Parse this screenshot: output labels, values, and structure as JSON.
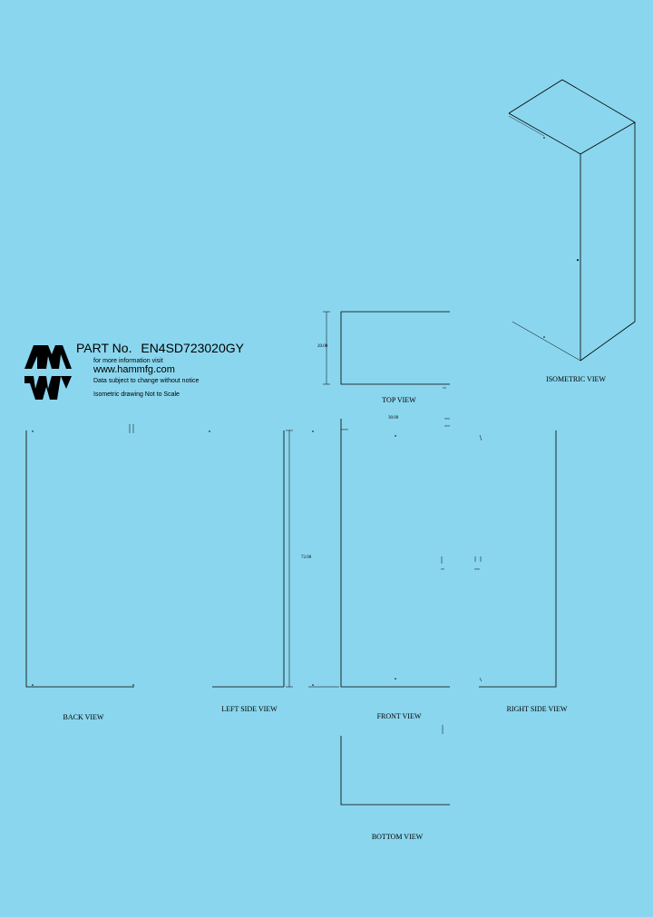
{
  "header": {
    "part_label": "PART No.",
    "part_number": "EN4SD723020GY",
    "info_line": "for more information visit",
    "website": "www.hammfg.com",
    "notice": "Data subject to change without notice",
    "scale_note": "Isometric drawing Not to Scale"
  },
  "views": {
    "isometric": "ISOMETRIC VIEW",
    "top": "TOP VIEW",
    "back": "BACK VIEW",
    "left_side": "LEFT SIDE VIEW",
    "front": "FRONT VIEW",
    "right_side": "RIGHT SIDE VIEW",
    "bottom": "BOTTOM VIEW"
  },
  "dimensions": {
    "depth": "20.00",
    "width": "30.00",
    "height": "72.00"
  },
  "colors": {
    "background": "#8ad6ee",
    "line": "#000000"
  }
}
